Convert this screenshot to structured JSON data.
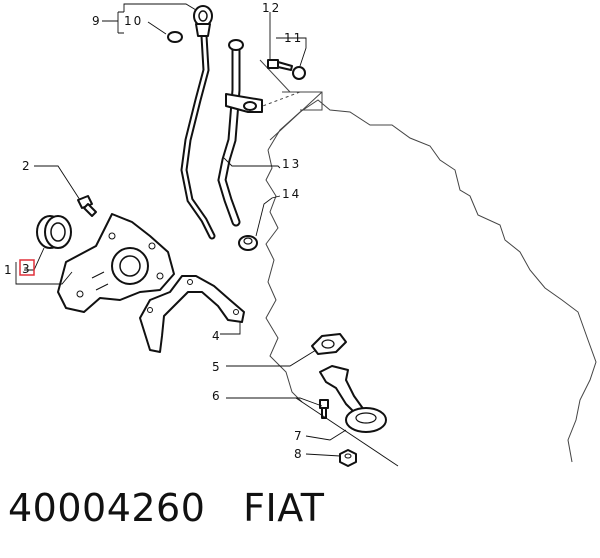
{
  "labels": {
    "l1": "1",
    "l2": "2",
    "l3": "3",
    "l4": "4",
    "l5": "5",
    "l6": "6",
    "l7": "7",
    "l8": "8",
    "l9": "9",
    "l10": "10",
    "l11": "11",
    "l12": "12",
    "l13": "13",
    "l14": "14"
  },
  "highlight_color": "#e0303a",
  "footer": {
    "part_number": "40004260",
    "brand": "FIAT"
  }
}
